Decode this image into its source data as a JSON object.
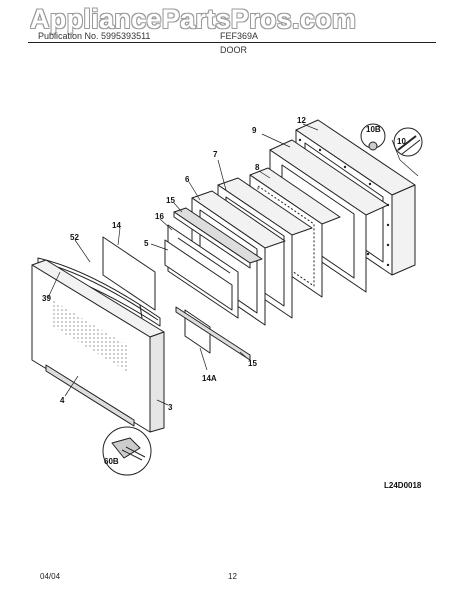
{
  "watermark": {
    "text": "AppliancePartsPros.com"
  },
  "header": {
    "publication": "Publication No. 5995393511",
    "model": "FEF369A",
    "section": "DOOR"
  },
  "callouts": {
    "c3": "3",
    "c4": "4",
    "c5": "5",
    "c6": "6",
    "c7": "7",
    "c8": "8",
    "c9": "9",
    "c10": "10",
    "c10b": "10B",
    "c12": "12",
    "c14": "14",
    "c14a": "14A",
    "c15a": "15",
    "c15b": "15",
    "c16": "16",
    "c39": "39",
    "c52": "52",
    "c60b": "60B"
  },
  "drawing_code": "L24D0018",
  "footer": {
    "date": "04/04",
    "page": "12"
  }
}
